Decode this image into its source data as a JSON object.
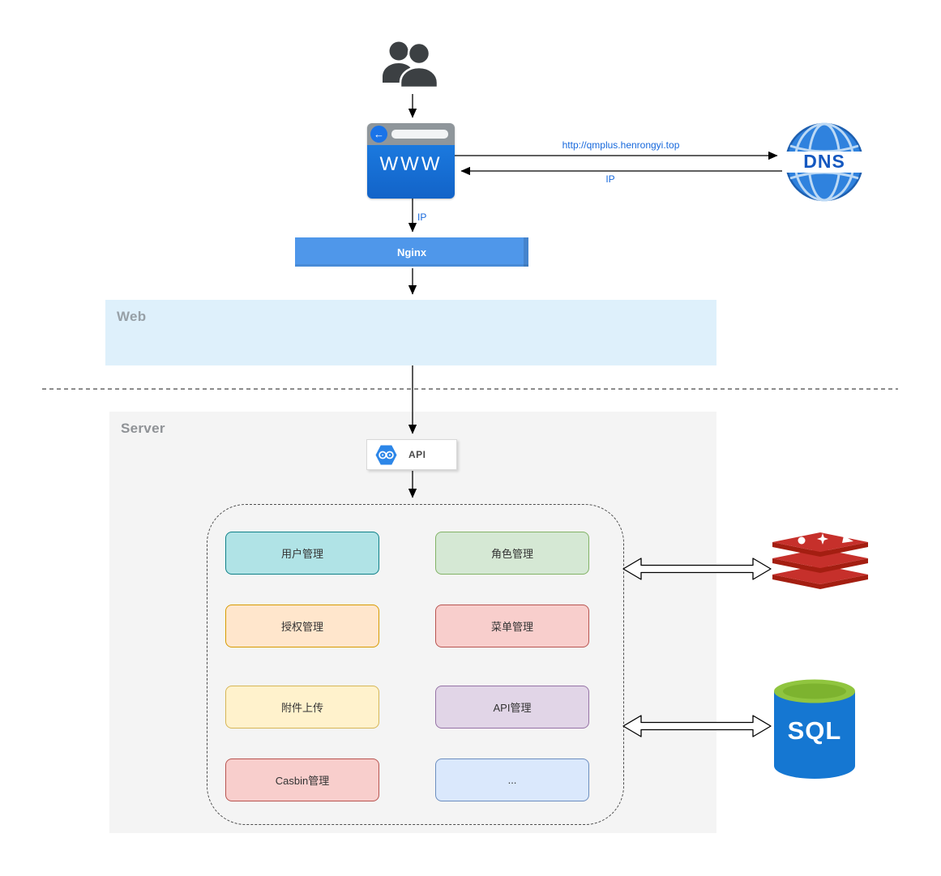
{
  "browser": {
    "label": "WWW"
  },
  "dns": {
    "label": "DNS"
  },
  "links": {
    "browser_to_dns": "http://qmplus.henrongyi.top",
    "dns_to_browser": "IP",
    "browser_to_nginx": "IP"
  },
  "nginx": {
    "label": "Nginx"
  },
  "regions": {
    "web": {
      "label": "Web"
    },
    "server": {
      "label": "Server"
    }
  },
  "api": {
    "label": "API"
  },
  "modules": {
    "left": [
      {
        "label": "用户管理",
        "fill": "#b0e3e6",
        "border": "#0e8088"
      },
      {
        "label": "授权管理",
        "fill": "#ffe6cc",
        "border": "#d79b00"
      },
      {
        "label": "附件上传",
        "fill": "#fff2cc",
        "border": "#d6b656"
      },
      {
        "label": "Casbin管理",
        "fill": "#f8cecc",
        "border": "#b85450"
      }
    ],
    "right": [
      {
        "label": "角色管理",
        "fill": "#d5e8d4",
        "border": "#82b366"
      },
      {
        "label": "菜单管理",
        "fill": "#f8cecc",
        "border": "#b85450"
      },
      {
        "label": "API管理",
        "fill": "#e1d5e7",
        "border": "#9673a6"
      },
      {
        "label": "...",
        "fill": "#dae8fc",
        "border": "#6c8ebf"
      }
    ]
  },
  "datastores": {
    "cache": {
      "icon": "redis-icon"
    },
    "database": {
      "label": "SQL",
      "icon": "database-cylinder-icon"
    }
  },
  "icons": {
    "users": "users-icon",
    "browser": "browser-icon",
    "dns": "dns-globe-icon",
    "api": "api-hexagon-icon"
  },
  "colors": {
    "edge_label_blue": "#1668dc",
    "nginx_blue": "#4f97ea",
    "web_band_blue": "#def0fb",
    "server_band_gray": "#f4f4f4",
    "browser_blue": "#1263c8",
    "dns_blue": "#2f82de",
    "redis_red": "#c6302b",
    "redis_dark_red": "#a41e11",
    "sql_blue": "#1577d2",
    "sql_green": "#90c53f"
  }
}
